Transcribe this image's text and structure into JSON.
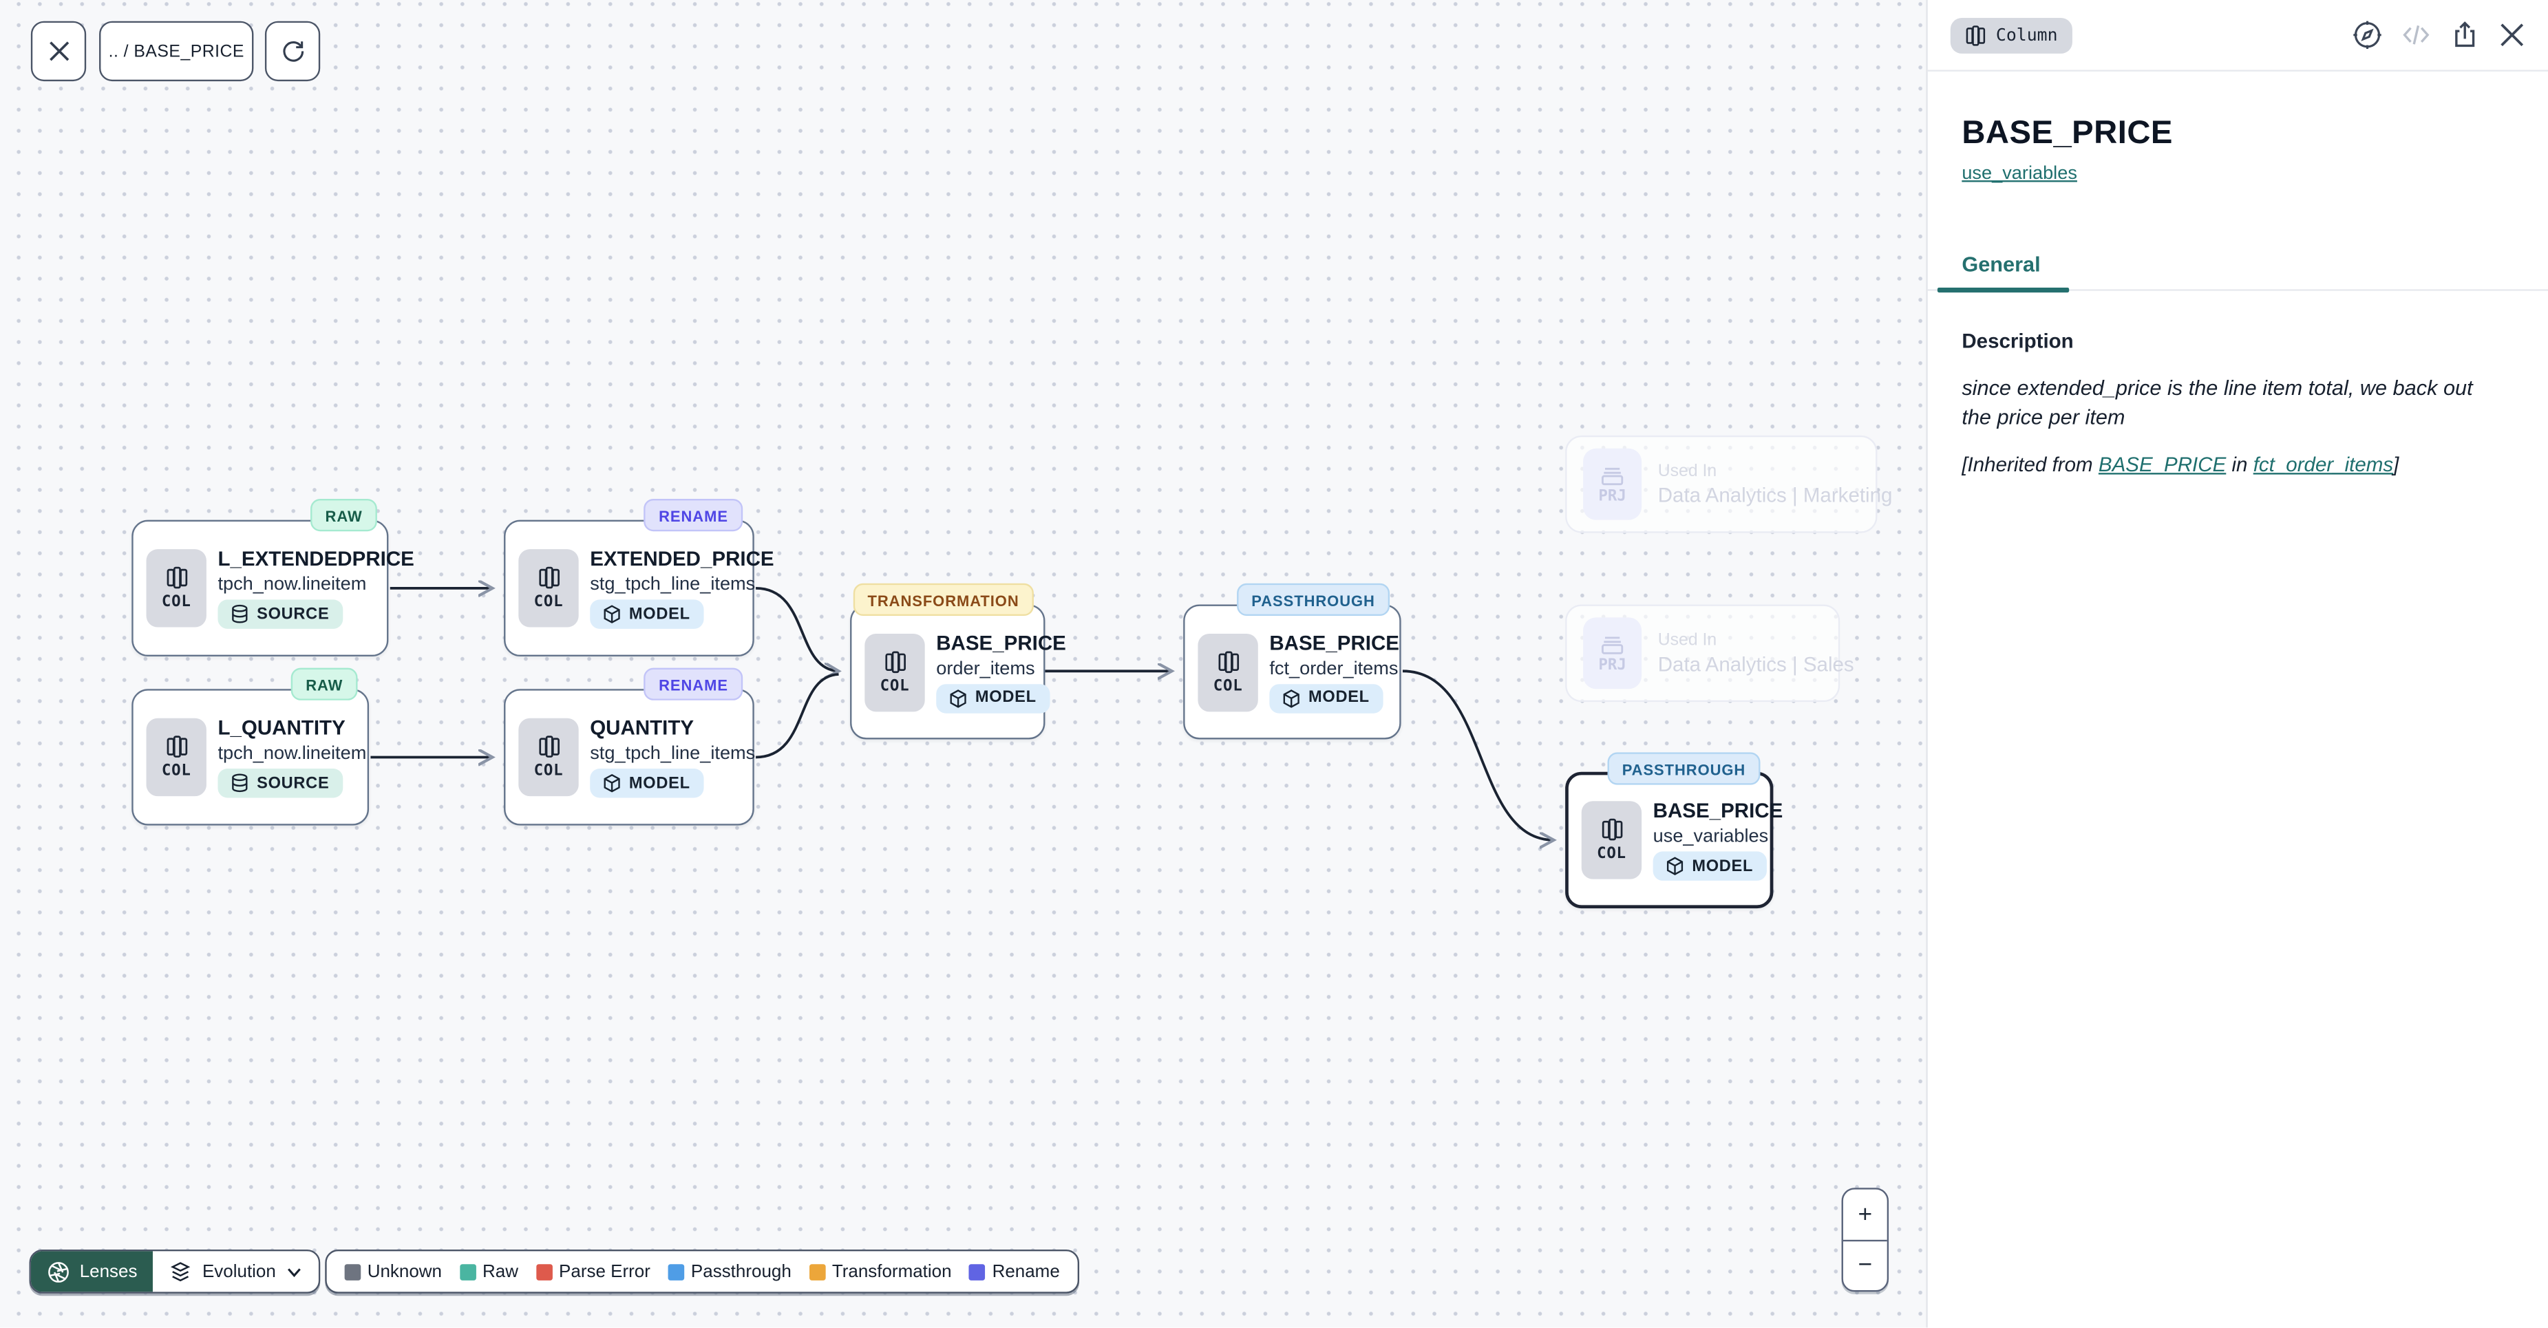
{
  "toolbar": {
    "breadcrumb": ".. / BASE_PRICE",
    "close_icon": "x-icon",
    "refresh_icon": "refresh-icon"
  },
  "panel": {
    "type_badge": "Column",
    "title": "BASE_PRICE",
    "model_link": "use_variables",
    "active_tab": "General",
    "section_heading": "Description",
    "description": "since extended_price is the line item total, we back out the price per item",
    "inherited": {
      "prefix": "[Inherited from ",
      "column_link": "BASE_PRICE",
      "middle": " in ",
      "model_link": "fct_order_items",
      "suffix": "]"
    }
  },
  "graph": {
    "nodes": [
      {
        "kind": "COL",
        "title": "L_EXTENDEDPRICE",
        "subtitle": "tpch_now.lineitem",
        "type": "SOURCE",
        "badge": "RAW"
      },
      {
        "kind": "COL",
        "title": "L_QUANTITY",
        "subtitle": "tpch_now.lineitem",
        "type": "SOURCE",
        "badge": "RAW"
      },
      {
        "kind": "COL",
        "title": "EXTENDED_PRICE",
        "subtitle": "stg_tpch_line_items",
        "type": "MODEL",
        "badge": "RENAME"
      },
      {
        "kind": "COL",
        "title": "QUANTITY",
        "subtitle": "stg_tpch_line_items",
        "type": "MODEL",
        "badge": "RENAME"
      },
      {
        "kind": "COL",
        "title": "BASE_PRICE",
        "subtitle": "order_items",
        "type": "MODEL",
        "badge": "TRANSFORMATION"
      },
      {
        "kind": "COL",
        "title": "BASE_PRICE",
        "subtitle": "fct_order_items",
        "type": "MODEL",
        "badge": "PASSTHROUGH"
      },
      {
        "kind": "COL",
        "title": "BASE_PRICE",
        "subtitle": "use_variables",
        "type": "MODEL",
        "badge": "PASSTHROUGH",
        "selected": true
      }
    ],
    "ghosts": [
      {
        "kind": "PRJ",
        "label": "Used In",
        "name": "Data Analytics | Marketing"
      },
      {
        "kind": "PRJ",
        "label": "Used In",
        "name": "Data Analytics | Sales"
      }
    ]
  },
  "controls": {
    "lenses_label": "Lenses",
    "lens_selected": "Evolution",
    "zoom_in": "+",
    "zoom_out": "−"
  },
  "legend": {
    "items": [
      {
        "label": "Unknown",
        "color": "#6e7480"
      },
      {
        "label": "Raw",
        "color": "#4ab5a1"
      },
      {
        "label": "Parse Error",
        "color": "#de5a4c"
      },
      {
        "label": "Passthrough",
        "color": "#4f9de6"
      },
      {
        "label": "Transformation",
        "color": "#eca63a"
      },
      {
        "label": "Rename",
        "color": "#6064e3"
      }
    ]
  },
  "colors": {
    "accent_teal": "#1f6f6e",
    "selection_border": "#1e2433",
    "raw_badge_bg": "#d6f7e9",
    "rename_badge_bg": "#e1e2fc",
    "transformation_badge_bg": "#fcf3cd",
    "passthrough_badge_bg": "#dcebfa",
    "lenses_button_bg": "#2b5c50"
  }
}
